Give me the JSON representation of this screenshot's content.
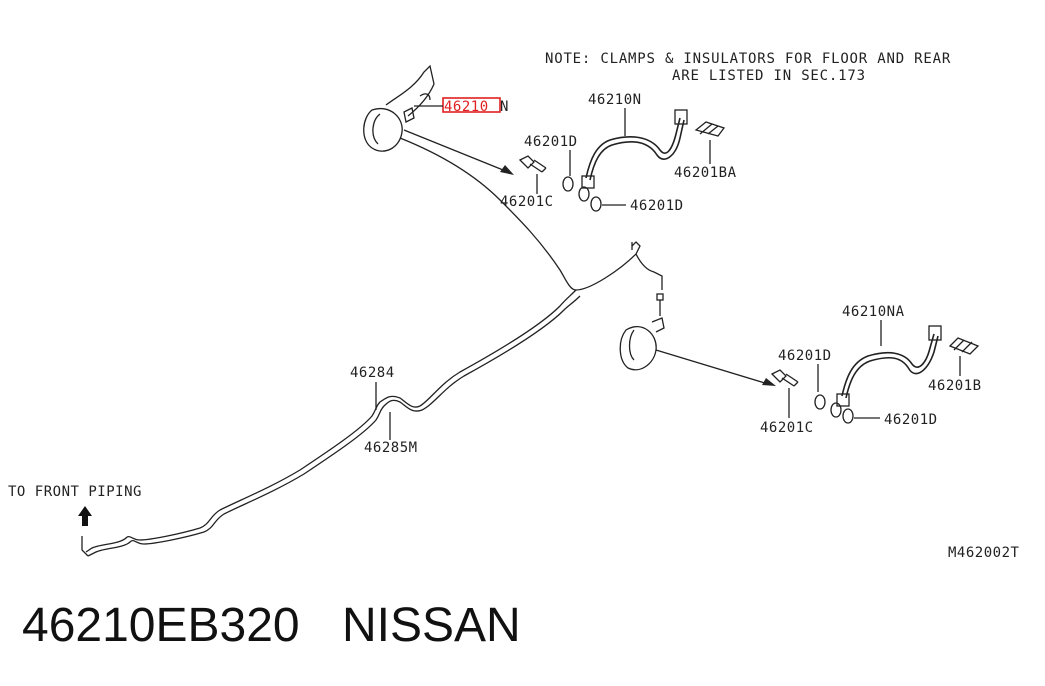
{
  "diagram": {
    "note_line1": "NOTE: CLAMPS & INSULATORS FOR FLOOR AND REAR",
    "note_line2": "ARE LISTED IN SEC.173",
    "labels": {
      "front_hose_highlight": "46210",
      "front_hose_highlight_suffix": "N",
      "front_hose": "46210N",
      "front_washer_top": "46201D",
      "front_bolt": "46201C",
      "front_washer_bottom": "46201D",
      "front_clip": "46201BA",
      "rear_hose": "46210NA",
      "rear_washer_top": "46201D",
      "rear_bolt": "46201C",
      "rear_washer_bottom": "46201D",
      "rear_clip": "46201B",
      "tube_upper": "46284",
      "tube_lower": "46285M",
      "to_front_piping": "TO FRONT PIPING",
      "figure_code": "M462002T"
    },
    "highlight_color": "#e02020"
  },
  "footer": {
    "part_number": "46210EB320",
    "brand": "NISSAN"
  }
}
